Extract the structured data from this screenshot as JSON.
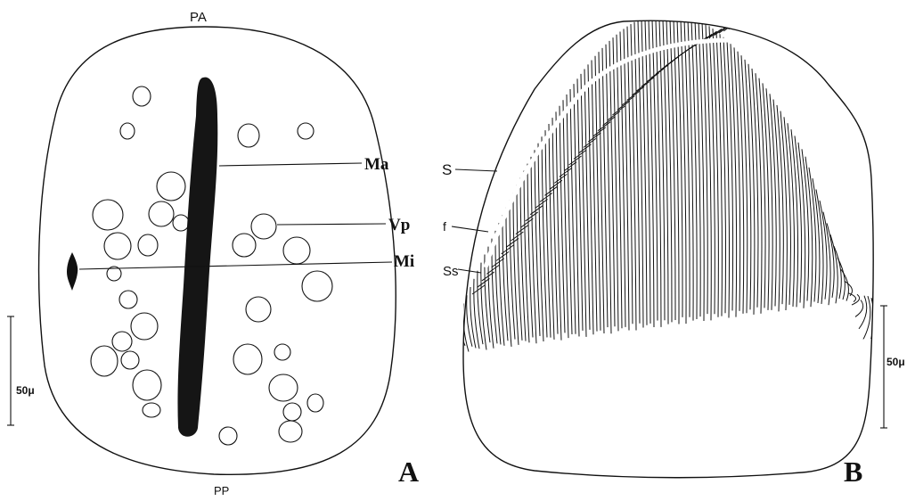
{
  "panel_a": {
    "letter": "A",
    "top_label": "PA",
    "bottom_label": "PP",
    "labels": {
      "ma": "Ma",
      "vp": "Vp",
      "mi": "Mi"
    },
    "scale_label": "50μ"
  },
  "panel_b": {
    "letter": "B",
    "labels": {
      "s": "S",
      "f": "f",
      "ss": "Ss"
    },
    "scale_label": "50μ"
  },
  "colors": {
    "ink": "#111111",
    "paper": "#ffffff"
  }
}
